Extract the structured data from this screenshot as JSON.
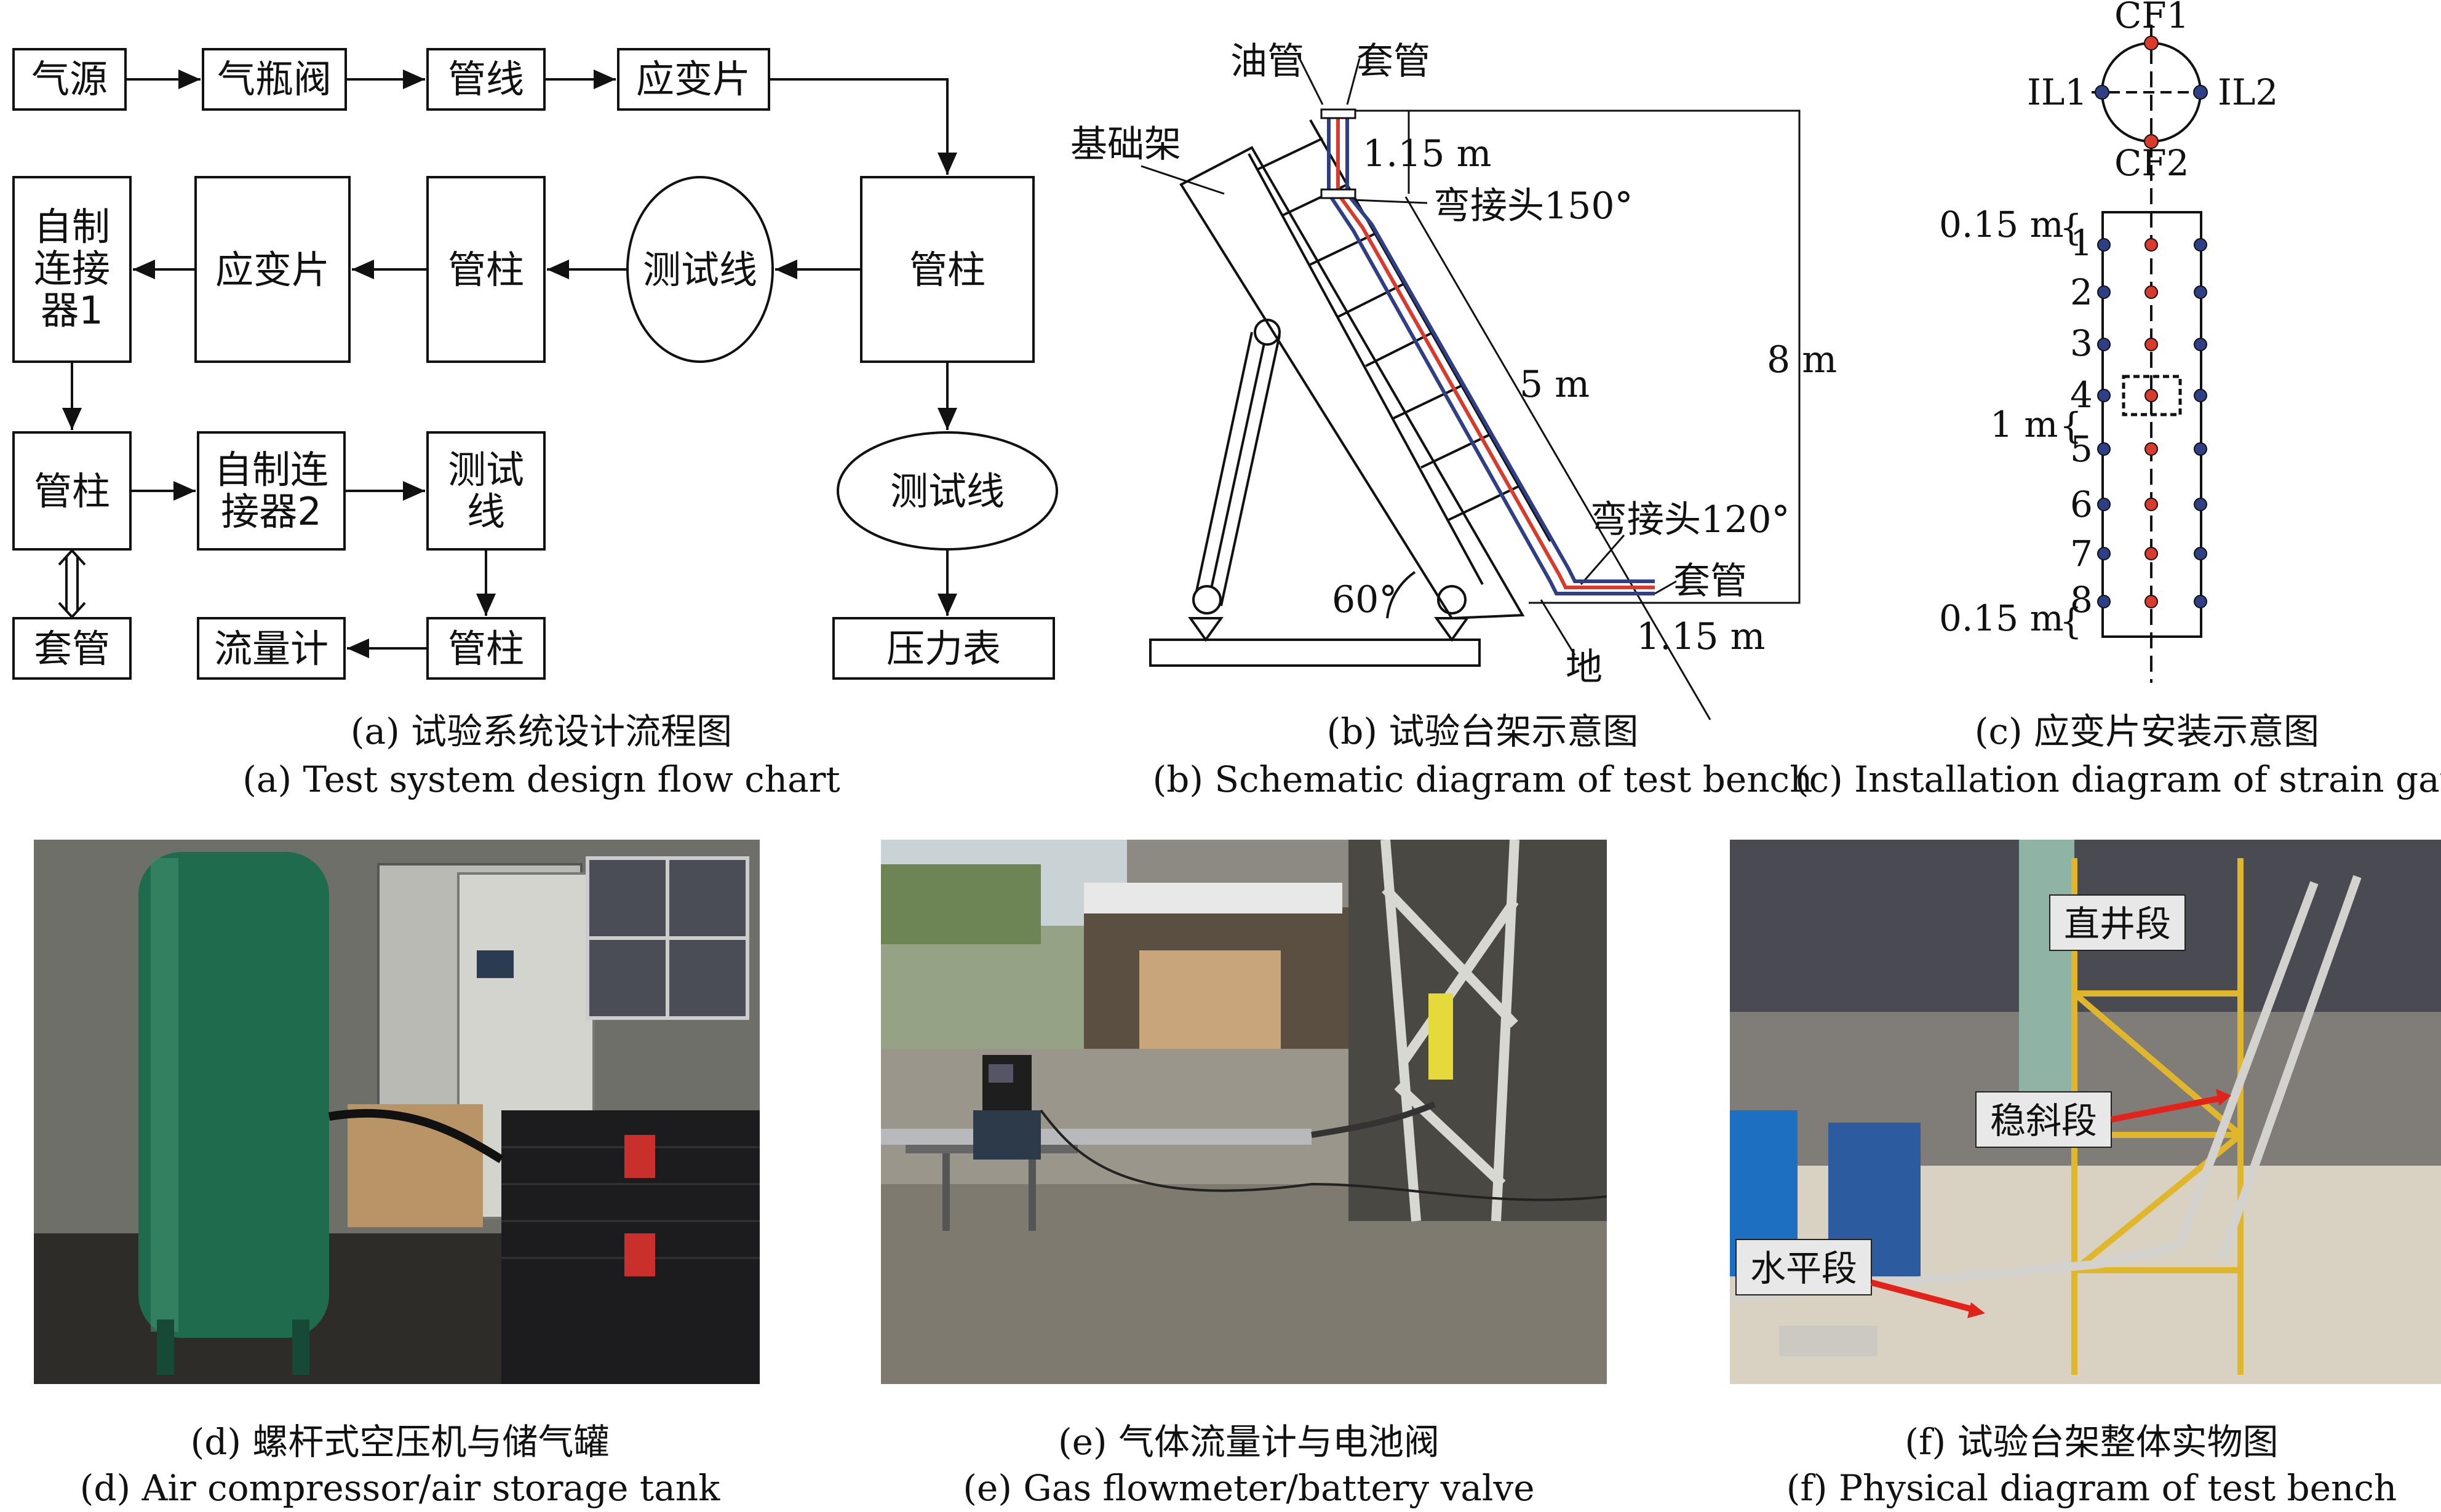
{
  "flowchart": {
    "nodes": {
      "gas_source": "气源",
      "cylinder_valve": "气瓶阀",
      "pipeline": "管线",
      "strain_gauge_top": "应变片",
      "tubing_main": "管柱",
      "test_line_oval": "测试线",
      "tubing_mid": "管柱",
      "strain_gauge_mid": "应变片",
      "connector1": "自制\n连接\n器1",
      "tubing_lower": "管柱",
      "connector2": "自制连\n接器2",
      "test_line_box": "测试\n线",
      "casing": "套管",
      "flowmeter": "流量计",
      "tubing_bottom": "管柱",
      "test_line_right": "测试线",
      "pressure_gauge": "压力表"
    },
    "caption_cn": "(a)  试验系统设计流程图",
    "caption_en": "(a)  Test system design flow chart"
  },
  "bench": {
    "labels": {
      "tubing": "油管",
      "casing_top": "套管",
      "foundation": "基础架",
      "len_top": "1.15 m",
      "elbow150": "弯接头150°",
      "len_mid": "5 m",
      "height": "8 m",
      "elbow120": "弯接头120°",
      "casing_bottom": "套管",
      "angle": "60°",
      "len_bottom": "1.15 m",
      "ground": "地"
    },
    "caption_cn": "(b)  试验台架示意图",
    "caption_en": "(b)  Schematic diagram of test bench"
  },
  "gauge": {
    "labels": {
      "cf1": "CF1",
      "il1": "IL1",
      "il2": "IL2",
      "cf2": "CF2",
      "top_spacing": "0.15 m",
      "mid_spacing": "1 m",
      "bottom_spacing": "0.15 m",
      "brace": "{"
    },
    "numbers": [
      "1",
      "2",
      "3",
      "4",
      "5",
      "6",
      "7",
      "8"
    ],
    "colors": {
      "red_dot": "#d93a2b",
      "blue_dot": "#2f3f86"
    },
    "caption_cn": "(c)  应变片安装示意图",
    "caption_en": "(c)  Installation diagram of strain gauge"
  },
  "photos": {
    "d": {
      "caption_cn": "(d)  螺杆式空压机与储气罐",
      "caption_en": "(d)  Air compressor/air storage tank"
    },
    "e": {
      "caption_cn": "(e)  气体流量计与电池阀",
      "caption_en": "(e)  Gas flowmeter/battery valve"
    },
    "f": {
      "label_vertical": "直井段",
      "label_incline": "稳斜段",
      "label_horizontal": "水平段",
      "caption_cn": "(f)  试验台架整体实物图",
      "caption_en": "(f)  Physical diagram of test bench"
    }
  }
}
